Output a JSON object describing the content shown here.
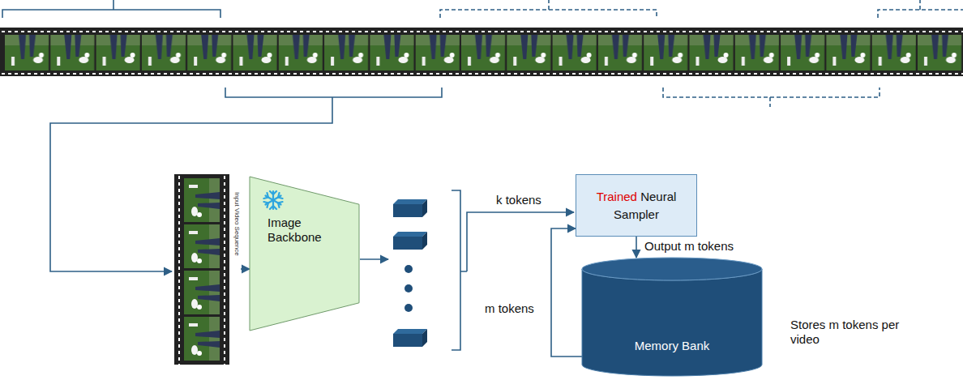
{
  "diagram": {
    "nodes": [
      {
        "text": [
          "Input Video Sequence"
        ]
      },
      {
        "text": [
          "Image Backbone"
        ]
      },
      {
        "text": [
          "Trained",
          "Neural Sampler"
        ]
      },
      {
        "text": [
          "Memory Bank"
        ]
      }
    ],
    "edges": [
      {
        "from": 0,
        "to": 1,
        "arrow": "to"
      },
      {
        "from": 2,
        "to": 3,
        "label": "Output m tokens",
        "arrow": "to"
      },
      {
        "from": 3,
        "to": 2,
        "label": "m tokens",
        "arrow": "to"
      }
    ],
    "labels": [
      "k tokens",
      "Stores m tokens per video"
    ]
  }
}
